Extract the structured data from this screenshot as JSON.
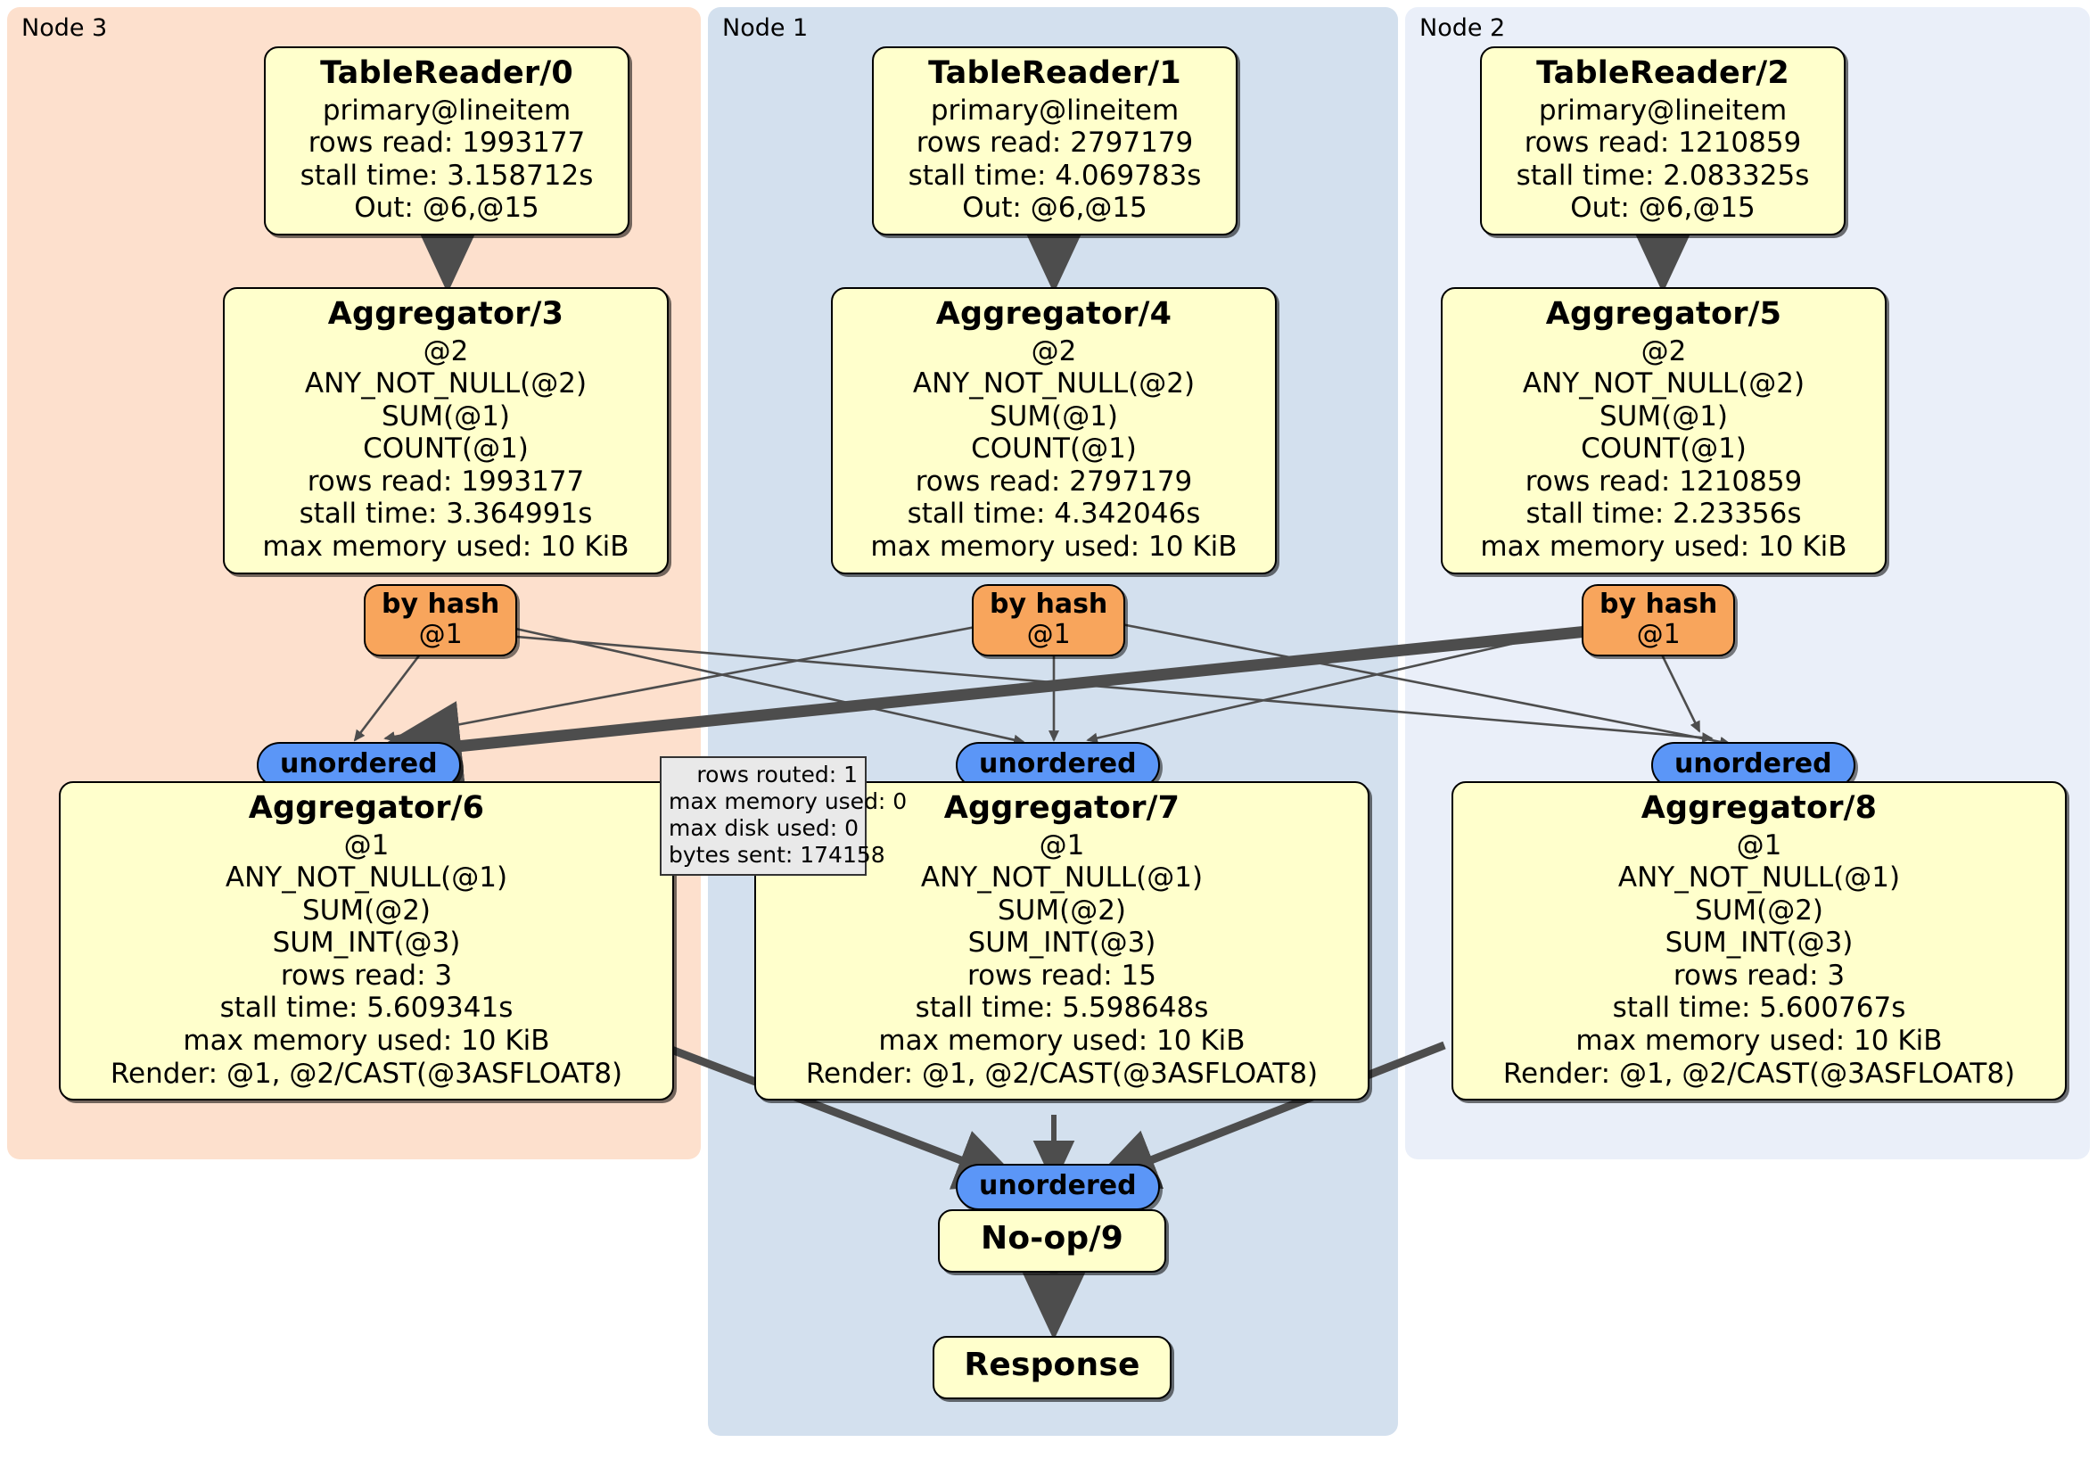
{
  "diagram": {
    "type": "distributed-query-execution-plan",
    "clusters": [
      {
        "id": "node3",
        "label": "Node 3",
        "color": "#fde0cd"
      },
      {
        "id": "node1",
        "label": "Node 1",
        "color": "#d3e0ee"
      },
      {
        "id": "node2",
        "label": "Node 2",
        "color": "#eaeff9"
      }
    ],
    "table_readers": [
      {
        "title": "TableReader/0",
        "lines": [
          "primary@lineitem",
          "rows read: 1993177",
          "stall time: 3.158712s",
          "Out: @6,@15"
        ]
      },
      {
        "title": "TableReader/1",
        "lines": [
          "primary@lineitem",
          "rows read: 2797179",
          "stall time: 4.069783s",
          "Out: @6,@15"
        ]
      },
      {
        "title": "TableReader/2",
        "lines": [
          "primary@lineitem",
          "rows read: 1210859",
          "stall time: 2.083325s",
          "Out: @6,@15"
        ]
      }
    ],
    "aggregators_stage1": [
      {
        "title": "Aggregator/3",
        "lines": [
          "@2",
          "ANY_NOT_NULL(@2)",
          "SUM(@1)",
          "COUNT(@1)",
          "rows read: 1993177",
          "stall time: 3.364991s",
          "max memory used: 10 KiB"
        ]
      },
      {
        "title": "Aggregator/4",
        "lines": [
          "@2",
          "ANY_NOT_NULL(@2)",
          "SUM(@1)",
          "COUNT(@1)",
          "rows read: 2797179",
          "stall time: 4.342046s",
          "max memory used: 10 KiB"
        ]
      },
      {
        "title": "Aggregator/5",
        "lines": [
          "@2",
          "ANY_NOT_NULL(@2)",
          "SUM(@1)",
          "COUNT(@1)",
          "rows read: 1210859",
          "stall time: 2.23356s",
          "max memory used: 10 KiB"
        ]
      }
    ],
    "hash_routers": [
      {
        "line1": "by hash",
        "line2": "@1"
      },
      {
        "line1": "by hash",
        "line2": "@1"
      },
      {
        "line1": "by hash",
        "line2": "@1"
      }
    ],
    "synchronizers_mid": [
      {
        "label": "unordered"
      },
      {
        "label": "unordered"
      },
      {
        "label": "unordered"
      }
    ],
    "stats_box": {
      "lines": [
        "rows routed: 1",
        "max memory used: 0",
        "max disk used: 0",
        "bytes sent: 174158"
      ]
    },
    "aggregators_stage2": [
      {
        "title": "Aggregator/6",
        "lines": [
          "@1",
          "ANY_NOT_NULL(@1)",
          "SUM(@2)",
          "SUM_INT(@3)",
          "rows read: 3",
          "stall time: 5.609341s",
          "max memory used: 10 KiB",
          "Render: @1, @2/CAST(@3ASFLOAT8)"
        ]
      },
      {
        "title": "Aggregator/7",
        "lines": [
          "@1",
          "ANY_NOT_NULL(@1)",
          "SUM(@2)",
          "SUM_INT(@3)",
          "rows read: 15",
          "stall time: 5.598648s",
          "max memory used: 10 KiB",
          "Render: @1, @2/CAST(@3ASFLOAT8)"
        ]
      },
      {
        "title": "Aggregator/8",
        "lines": [
          "@1",
          "ANY_NOT_NULL(@1)",
          "SUM(@2)",
          "SUM_INT(@3)",
          "rows read: 3",
          "stall time: 5.600767s",
          "max memory used: 10 KiB",
          "Render: @1, @2/CAST(@3ASFLOAT8)"
        ]
      }
    ],
    "final_sync": {
      "label": "unordered"
    },
    "noop": {
      "title": "No-op/9"
    },
    "response": {
      "title": "Response"
    },
    "colors": {
      "processor_fill": "#ffffcc",
      "router_fill": "#f8a55c",
      "sync_fill": "#5b96f7",
      "stats_fill": "#e9e9e9",
      "edge": "#4d4d4d",
      "node3_panel": "#fde0cd",
      "node1_panel": "#d3e0ee",
      "node2_panel": "#eaeff9"
    }
  }
}
